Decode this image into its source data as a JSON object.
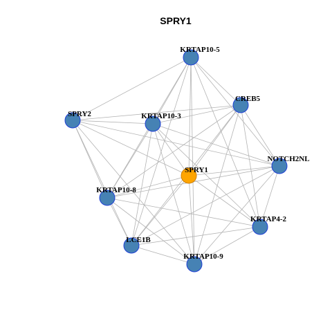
{
  "title": "SPRY1",
  "colors": {
    "edge": "#b3b3b3",
    "node_fill": "#4682b4",
    "node_stroke": "#1f3fd6",
    "center_fill": "#ffa500",
    "center_stroke": "#d08000"
  },
  "nodes": [
    {
      "id": "KRTAP10-5",
      "label": "KRTAP10-5",
      "center": false
    },
    {
      "id": "CREB5",
      "label": "CREB5",
      "center": false
    },
    {
      "id": "SPRY2",
      "label": "SPRY2",
      "center": false
    },
    {
      "id": "KRTAP10-3",
      "label": "KRTAP10-3",
      "center": false
    },
    {
      "id": "NOTCH2NL",
      "label": "NOTCH2NL",
      "center": false
    },
    {
      "id": "SPRY1",
      "label": "SPRY1",
      "center": true
    },
    {
      "id": "KRTAP10-8",
      "label": "KRTAP10-8",
      "center": false
    },
    {
      "id": "KRTAP4-2",
      "label": "KRTAP4-2",
      "center": false
    },
    {
      "id": "LCE1B",
      "label": "LCE1B",
      "center": false
    },
    {
      "id": "KRTAP10-9",
      "label": "KRTAP10-9",
      "center": false
    }
  ],
  "edges": [
    [
      "KRTAP10-5",
      "SPRY2"
    ],
    [
      "KRTAP10-5",
      "CREB5"
    ],
    [
      "KRTAP10-5",
      "KRTAP10-3"
    ],
    [
      "KRTAP10-5",
      "NOTCH2NL"
    ],
    [
      "KRTAP10-5",
      "SPRY1"
    ],
    [
      "KRTAP10-5",
      "KRTAP10-8"
    ],
    [
      "KRTAP10-5",
      "KRTAP4-2"
    ],
    [
      "KRTAP10-5",
      "LCE1B"
    ],
    [
      "KRTAP10-5",
      "KRTAP10-9"
    ],
    [
      "CREB5",
      "SPRY2"
    ],
    [
      "CREB5",
      "KRTAP10-3"
    ],
    [
      "CREB5",
      "NOTCH2NL"
    ],
    [
      "CREB5",
      "SPRY1"
    ],
    [
      "CREB5",
      "KRTAP10-8"
    ],
    [
      "CREB5",
      "KRTAP4-2"
    ],
    [
      "CREB5",
      "LCE1B"
    ],
    [
      "CREB5",
      "KRTAP10-9"
    ],
    [
      "SPRY2",
      "KRTAP10-3"
    ],
    [
      "SPRY2",
      "NOTCH2NL"
    ],
    [
      "SPRY2",
      "SPRY1"
    ],
    [
      "SPRY2",
      "KRTAP10-8"
    ],
    [
      "SPRY2",
      "LCE1B"
    ],
    [
      "SPRY2",
      "KRTAP10-9"
    ],
    [
      "KRTAP10-3",
      "NOTCH2NL"
    ],
    [
      "KRTAP10-3",
      "SPRY1"
    ],
    [
      "KRTAP10-3",
      "KRTAP10-8"
    ],
    [
      "KRTAP10-3",
      "KRTAP4-2"
    ],
    [
      "KRTAP10-3",
      "LCE1B"
    ],
    [
      "KRTAP10-3",
      "KRTAP10-9"
    ],
    [
      "NOTCH2NL",
      "SPRY1"
    ],
    [
      "NOTCH2NL",
      "KRTAP10-8"
    ],
    [
      "NOTCH2NL",
      "KRTAP4-2"
    ],
    [
      "NOTCH2NL",
      "LCE1B"
    ],
    [
      "NOTCH2NL",
      "KRTAP10-9"
    ],
    [
      "SPRY1",
      "KRTAP10-8"
    ],
    [
      "SPRY1",
      "KRTAP4-2"
    ],
    [
      "SPRY1",
      "LCE1B"
    ],
    [
      "SPRY1",
      "KRTAP10-9"
    ],
    [
      "KRTAP10-8",
      "KRTAP4-2"
    ],
    [
      "KRTAP10-8",
      "LCE1B"
    ],
    [
      "KRTAP10-8",
      "KRTAP10-9"
    ],
    [
      "KRTAP4-2",
      "LCE1B"
    ],
    [
      "KRTAP4-2",
      "KRTAP10-9"
    ],
    [
      "LCE1B",
      "KRTAP10-9"
    ]
  ]
}
